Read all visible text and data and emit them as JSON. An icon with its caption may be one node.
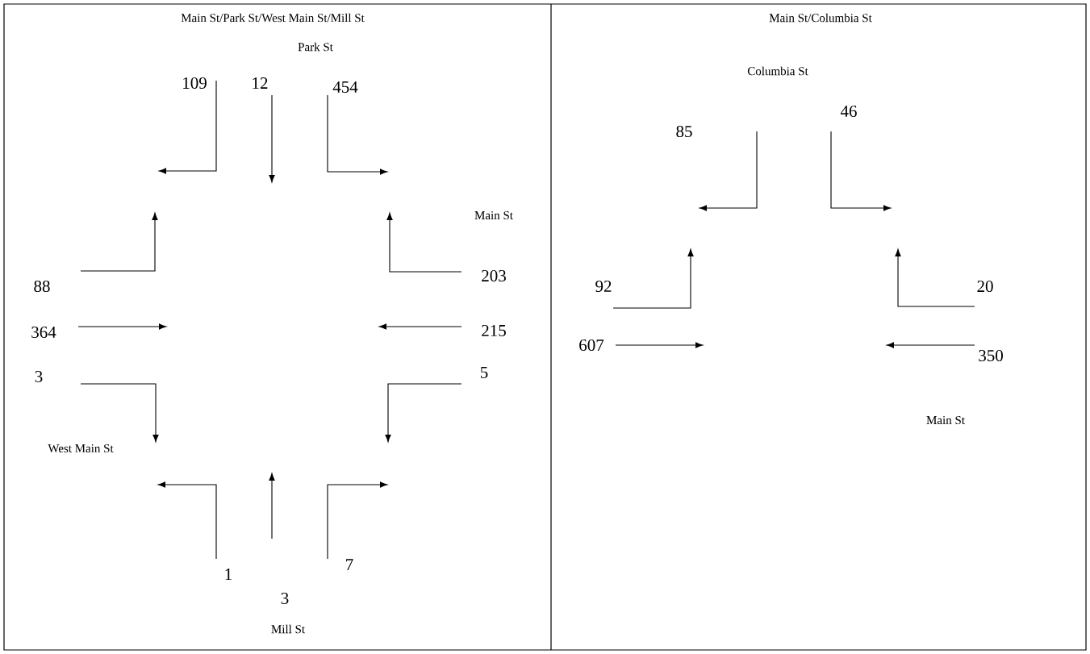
{
  "diagram": {
    "labels": [
      "Main St/Park St/West Main St/Mill St",
      "Park St",
      "109",
      "12",
      "454",
      "Main St",
      "88",
      "203",
      "364",
      "215",
      "3",
      "5",
      "West Main St",
      "1",
      "3",
      "7",
      "Mill St",
      "Main St/Columbia St",
      "Columbia St",
      "85",
      "46",
      "92",
      "20",
      "607",
      "350",
      "Main St"
    ]
  }
}
